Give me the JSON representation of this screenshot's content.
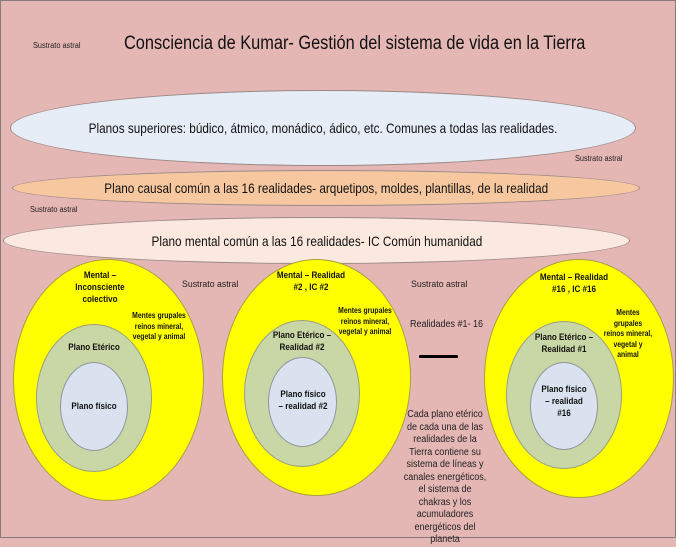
{
  "title": "Consciencia de Kumar- Gestión del sistema de vida en la Tierra",
  "substrate_label": "Sustrato astral",
  "planes": {
    "upper": "Planos superiores: búdico, átmico, monádico, ádico, etc. Comunes a todas las realidades.",
    "causal": "Plano causal común a las 16 realidades- arquetipos, moldes, plantillas, de la realidad",
    "mental": "Plano mental común a las 16 realidades- IC Común humanidad"
  },
  "realities": [
    {
      "mental": "Mental – Inconsciente colectivo",
      "mental_lines": [
        "Mental –",
        "Inconsciente",
        "colectivo"
      ],
      "group_minds": [
        "Mentes grupales",
        "reinos mineral,",
        "vegetal y animal"
      ],
      "etheric_lines": [
        "Plano Etérico"
      ],
      "physical_lines": [
        "Plano físico"
      ]
    },
    {
      "mental": "Mental – Realidad #2 , IC #2",
      "mental_lines": [
        "Mental – Realidad",
        "#2 , IC #2"
      ],
      "group_minds": [
        "Mentes grupales",
        "reinos mineral,",
        "vegetal y animal"
      ],
      "etheric_lines": [
        "Plano Etérico –",
        "Realidad #2"
      ],
      "physical_lines": [
        "Plano físico",
        "– realidad #2"
      ]
    },
    {
      "mental": "Mental – Realidad #16 , IC #16",
      "mental_lines": [
        "Mental – Realidad",
        "#16 , IC #16"
      ],
      "group_minds": [
        "Mentes grupales",
        "reinos mineral,",
        "vegetal y animal"
      ],
      "etheric_lines": [
        "Plano Etérico –",
        "Realidad #1"
      ],
      "physical_lines": [
        "Plano físico",
        "– realidad",
        "#16"
      ]
    }
  ],
  "range_label": "Realidades #1- 16",
  "ellipsis_symbol": "—",
  "note": "Cada plano etérico de cada una de las realidades de la Tierra contiene su sistema de líneas y canales energéticos, el sistema de chakras y los acumuladores energéticos del planeta",
  "colors": {
    "background": "#e4b6b4",
    "upper_plane": "#e6edf7",
    "causal_plane": "#f7c8a0",
    "mental_plane": "#fbe9df",
    "mental_reality": "#ffff00",
    "etheric": "#c9d6a5",
    "physical": "#d9e2ee"
  }
}
